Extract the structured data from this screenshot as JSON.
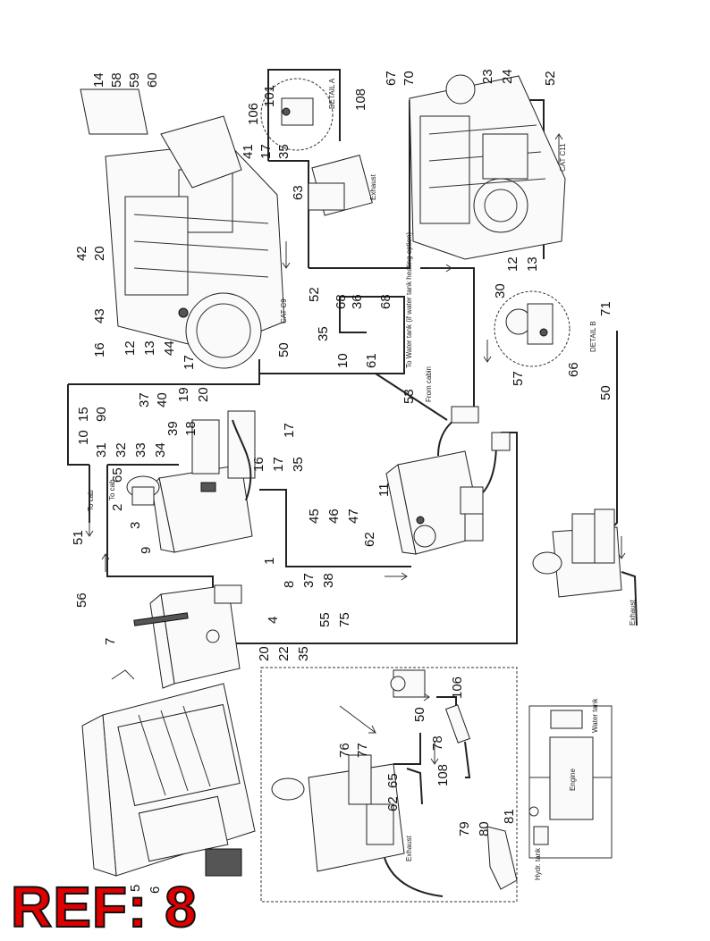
{
  "callouts": [
    {
      "text": "14"
    },
    {
      "text": "58"
    },
    {
      "text": "59"
    },
    {
      "text": "60"
    },
    {
      "text": "101"
    },
    {
      "text": "106"
    },
    {
      "text": "41"
    },
    {
      "text": "17"
    },
    {
      "text": "35"
    },
    {
      "text": "108"
    },
    {
      "text": "67"
    },
    {
      "text": "70"
    },
    {
      "text": "23"
    },
    {
      "text": "24"
    },
    {
      "text": "52"
    },
    {
      "text": "42"
    },
    {
      "text": "20"
    },
    {
      "text": "63"
    },
    {
      "text": "52"
    },
    {
      "text": "43"
    },
    {
      "text": "16"
    },
    {
      "text": "12"
    },
    {
      "text": "13"
    },
    {
      "text": "44"
    },
    {
      "text": "17"
    },
    {
      "text": "50"
    },
    {
      "text": "68"
    },
    {
      "text": "36"
    },
    {
      "text": "68"
    },
    {
      "text": "35"
    },
    {
      "text": "10"
    },
    {
      "text": "61"
    },
    {
      "text": "12"
    },
    {
      "text": "13"
    },
    {
      "text": "30"
    },
    {
      "text": "71"
    },
    {
      "text": "57"
    },
    {
      "text": "66"
    },
    {
      "text": "37"
    },
    {
      "text": "40"
    },
    {
      "text": "19"
    },
    {
      "text": "20"
    },
    {
      "text": "15"
    },
    {
      "text": "90"
    },
    {
      "text": "39"
    },
    {
      "text": "18"
    },
    {
      "text": "10"
    },
    {
      "text": "31"
    },
    {
      "text": "32"
    },
    {
      "text": "33"
    },
    {
      "text": "34"
    },
    {
      "text": "17"
    },
    {
      "text": "16"
    },
    {
      "text": "17"
    },
    {
      "text": "35"
    },
    {
      "text": "53"
    },
    {
      "text": "50"
    },
    {
      "text": "65"
    },
    {
      "text": "2"
    },
    {
      "text": "3"
    },
    {
      "text": "11"
    },
    {
      "text": "45"
    },
    {
      "text": "46"
    },
    {
      "text": "47"
    },
    {
      "text": "51"
    },
    {
      "text": "9"
    },
    {
      "text": "62"
    },
    {
      "text": "1"
    },
    {
      "text": "8"
    },
    {
      "text": "37"
    },
    {
      "text": "38"
    },
    {
      "text": "56"
    },
    {
      "text": "4"
    },
    {
      "text": "55"
    },
    {
      "text": "75"
    },
    {
      "text": "7"
    },
    {
      "text": "20"
    },
    {
      "text": "22"
    },
    {
      "text": "35"
    },
    {
      "text": "106"
    },
    {
      "text": "50"
    },
    {
      "text": "76"
    },
    {
      "text": "77"
    },
    {
      "text": "78"
    },
    {
      "text": "65"
    },
    {
      "text": "108"
    },
    {
      "text": "62"
    },
    {
      "text": "79"
    },
    {
      "text": "80"
    },
    {
      "text": "81"
    },
    {
      "text": "5"
    },
    {
      "text": "6"
    }
  ],
  "annotations": {
    "detail_a": "DETAIL A",
    "detail_b": "DETAIL B",
    "exhaust_1": "Exhaust",
    "exhaust_2": "Exhaust",
    "exhaust_3": "Exhaust",
    "to_cab_1": "To cab",
    "to_cab_2": "To cab",
    "from_cabin": "From cabin",
    "water_tank_note": "To Water tank (if water tank heating option)",
    "cat_c11": "CAT C11",
    "cat_c9": "CAT C9",
    "water_tank": "Water tank",
    "engine": "Engine",
    "hydr_tank": "Hydr. tank"
  },
  "ref_label": "REF: 8"
}
